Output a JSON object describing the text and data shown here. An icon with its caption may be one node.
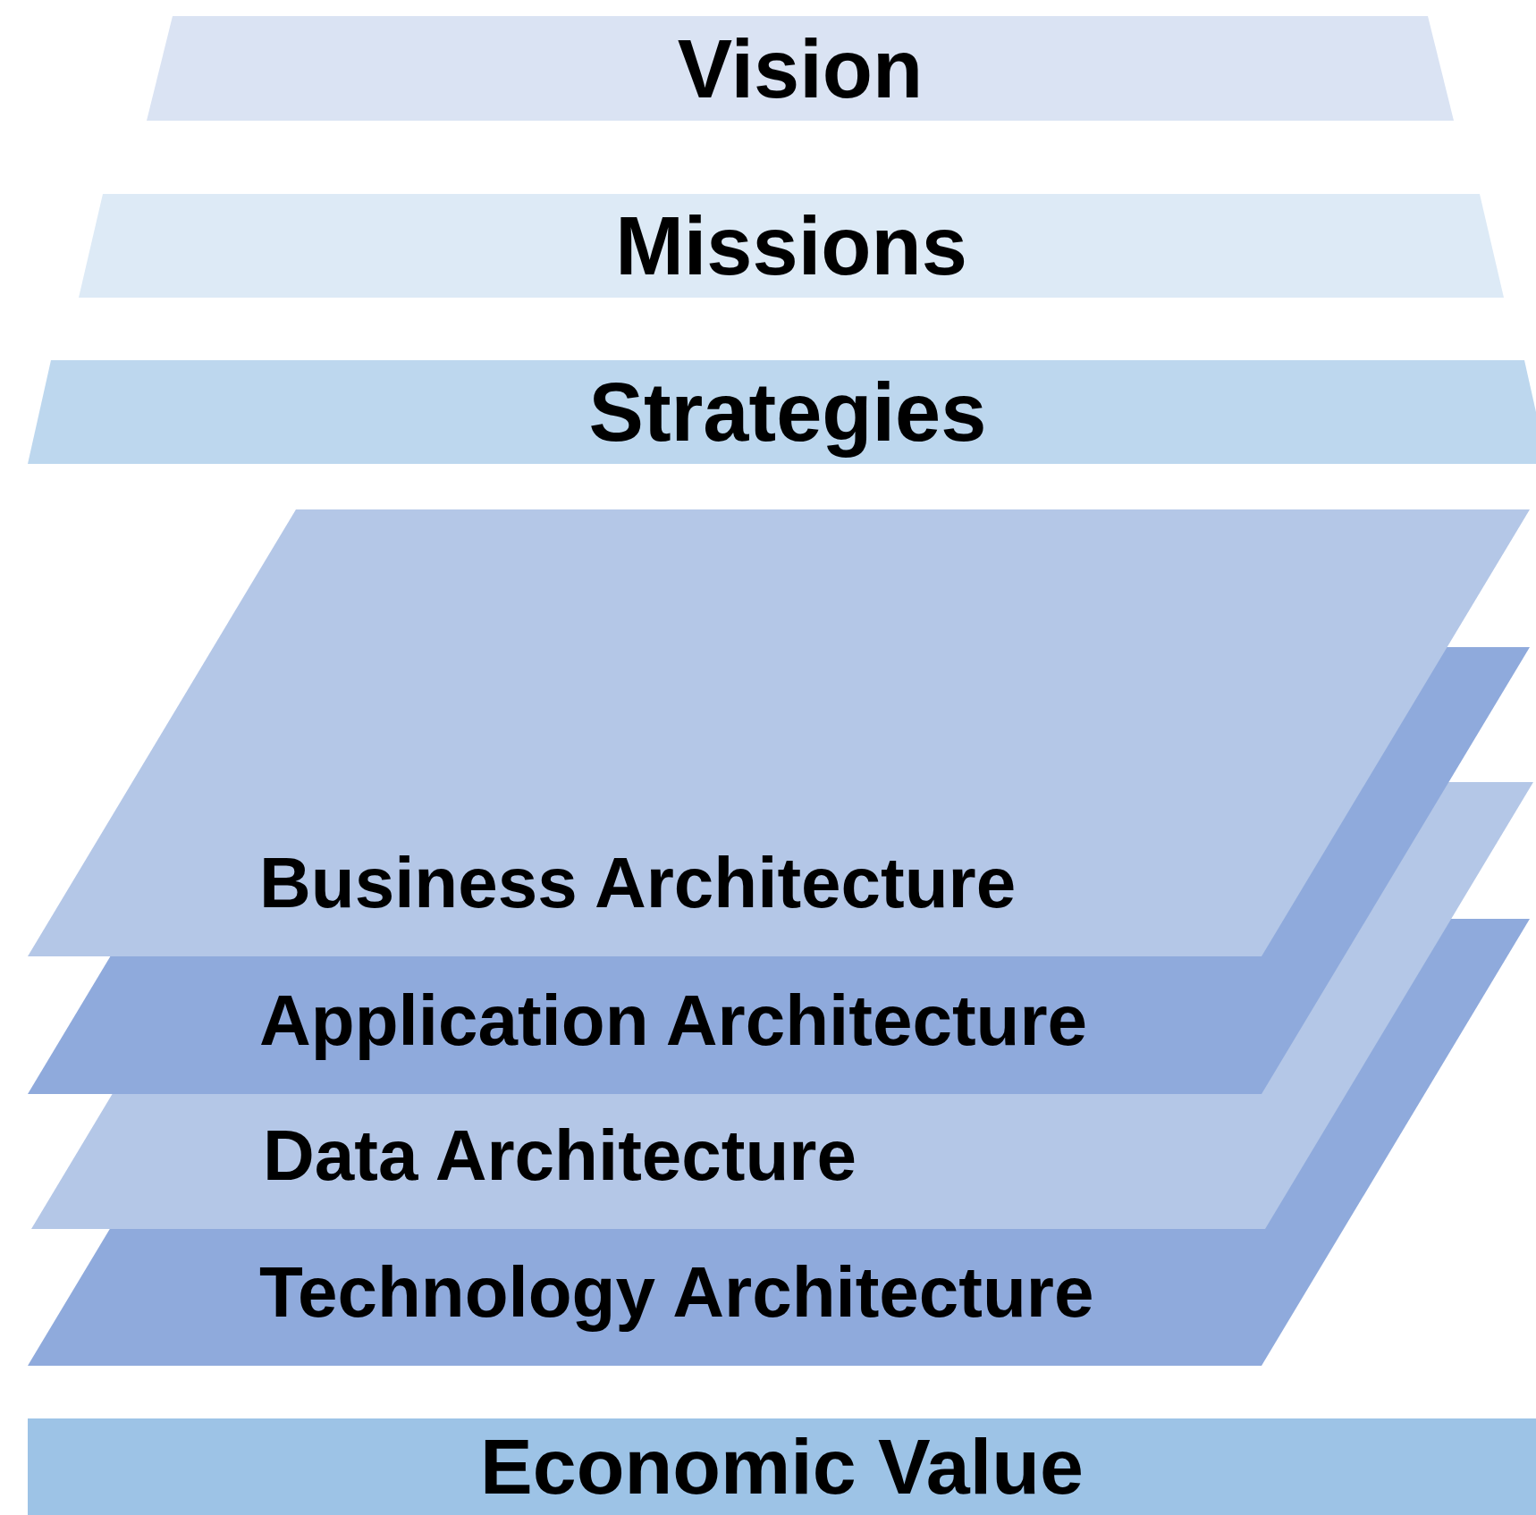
{
  "diagram": {
    "nodes": [
      {
        "text": [
          "Vision"
        ]
      },
      {
        "text": [
          "Missions"
        ]
      },
      {
        "text": [
          "Strategies"
        ]
      },
      {
        "text": [
          "Business Architecture"
        ]
      },
      {
        "text": [
          "Application Architecture"
        ]
      },
      {
        "text": [
          "Data Architecture"
        ]
      },
      {
        "text": [
          "Technology Architecture"
        ]
      },
      {
        "text": [
          "Economic Value"
        ]
      }
    ]
  }
}
